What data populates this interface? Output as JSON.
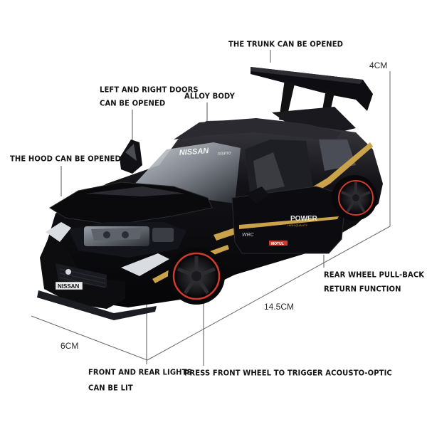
{
  "labels": {
    "trunk": "THE TRUNK CAN BE OPENED",
    "doors_line1": "LEFT AND RIGHT DOORS",
    "doors_line2": "CAN BE OPENED",
    "alloy": "ALLOY BODY",
    "hood": "THE HOOD CAN BE OPENED",
    "pullback_line1": "REAR WHEEL PULL-BACK",
    "pullback_line2": "RETURN FUNCTION",
    "lights_line1": "FRONT AND REAR LIGHTS",
    "lights_line2": "CAN BE LIT",
    "acousto": "PRESS FRONT WHEEL TO TRIGGER ACOUSTO-OPTIC"
  },
  "dimensions": {
    "height": "4CM",
    "length": "14.5CM",
    "width": "6CM"
  },
  "car_decals": {
    "roof_brand": "NISSAN",
    "roof_sub": "nismo",
    "door_text": "POWER",
    "door_sub": "HIGH QUALITY",
    "plate": "NISSAN",
    "sponsor": "MOTUL",
    "wrc": "WRC"
  },
  "colors": {
    "body": "#0c0c0f",
    "stripe": "#c9a24a",
    "rim_accent": "#d23a2e",
    "line": "#555555"
  }
}
